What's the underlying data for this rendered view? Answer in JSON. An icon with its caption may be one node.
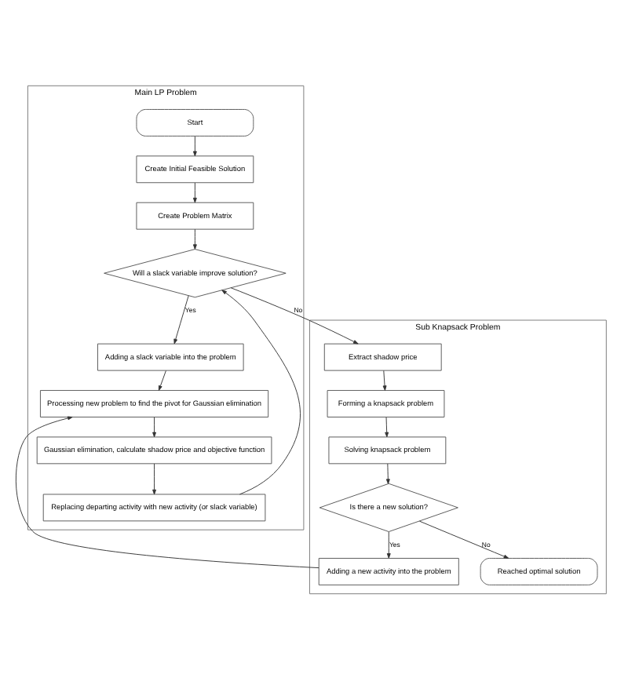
{
  "diagram": {
    "nodes": [
      {
        "text": [
          "Main LP Problem"
        ]
      },
      {
        "text": [
          "Sub Knapsack Problem"
        ]
      },
      {
        "text": [
          "Start"
        ],
        "in": 0
      },
      {
        "text": [
          "Create Initial Feasible Solution"
        ],
        "in": 0
      },
      {
        "text": [
          "Create Problem Matrix"
        ],
        "in": 0
      },
      {
        "text": [
          "Will a slack variable improve solution?"
        ],
        "in": 0
      },
      {
        "text": [
          "Adding a slack variable into the problem"
        ],
        "in": 0
      },
      {
        "text": [
          "Processing new problem to find the pivot for Gaussian elimination"
        ],
        "in": 0
      },
      {
        "text": [
          "Gaussian elimination, calculate shadow price and objective function"
        ],
        "in": 0
      },
      {
        "text": [
          "Replacing departing activity with new activity (or slack variable)"
        ],
        "in": 0
      },
      {
        "text": [
          "Extract shadow price"
        ],
        "in": 1
      },
      {
        "text": [
          "Forming a knapsack problem"
        ],
        "in": 1
      },
      {
        "text": [
          "Solving knapsack problem"
        ],
        "in": 1
      },
      {
        "text": [
          "Is there a new solution?"
        ],
        "in": 1
      },
      {
        "text": [
          "Reached optimal solution"
        ],
        "in": 1
      },
      {
        "text": [
          "Adding a new activity into the problem"
        ],
        "in": 1
      }
    ],
    "edges": [
      {
        "from": 2,
        "to": 3,
        "arrow": "to"
      },
      {
        "from": 3,
        "to": 4,
        "arrow": "to"
      },
      {
        "from": 4,
        "to": 5,
        "arrow": "to"
      },
      {
        "from": 5,
        "to": 6,
        "arrow": "to",
        "label": "Yes"
      },
      {
        "from": 6,
        "to": 7,
        "arrow": "to"
      },
      {
        "from": 7,
        "to": 8,
        "arrow": "to"
      },
      {
        "from": 8,
        "to": 9,
        "arrow": "to"
      },
      {
        "from": 9,
        "to": 5,
        "arrow": "to"
      },
      {
        "from": 5,
        "to": 10,
        "arrow": "to",
        "label": "No"
      },
      {
        "from": 10,
        "to": 11,
        "arrow": "to"
      },
      {
        "from": 11,
        "to": 12,
        "arrow": "to"
      },
      {
        "from": 12,
        "to": 13,
        "arrow": "to"
      },
      {
        "from": 13,
        "to": 14,
        "arrow": "to",
        "label": "No"
      },
      {
        "from": 13,
        "to": 15,
        "arrow": "to",
        "label": "Yes"
      },
      {
        "from": 15,
        "to": 7,
        "arrow": "to"
      }
    ]
  }
}
